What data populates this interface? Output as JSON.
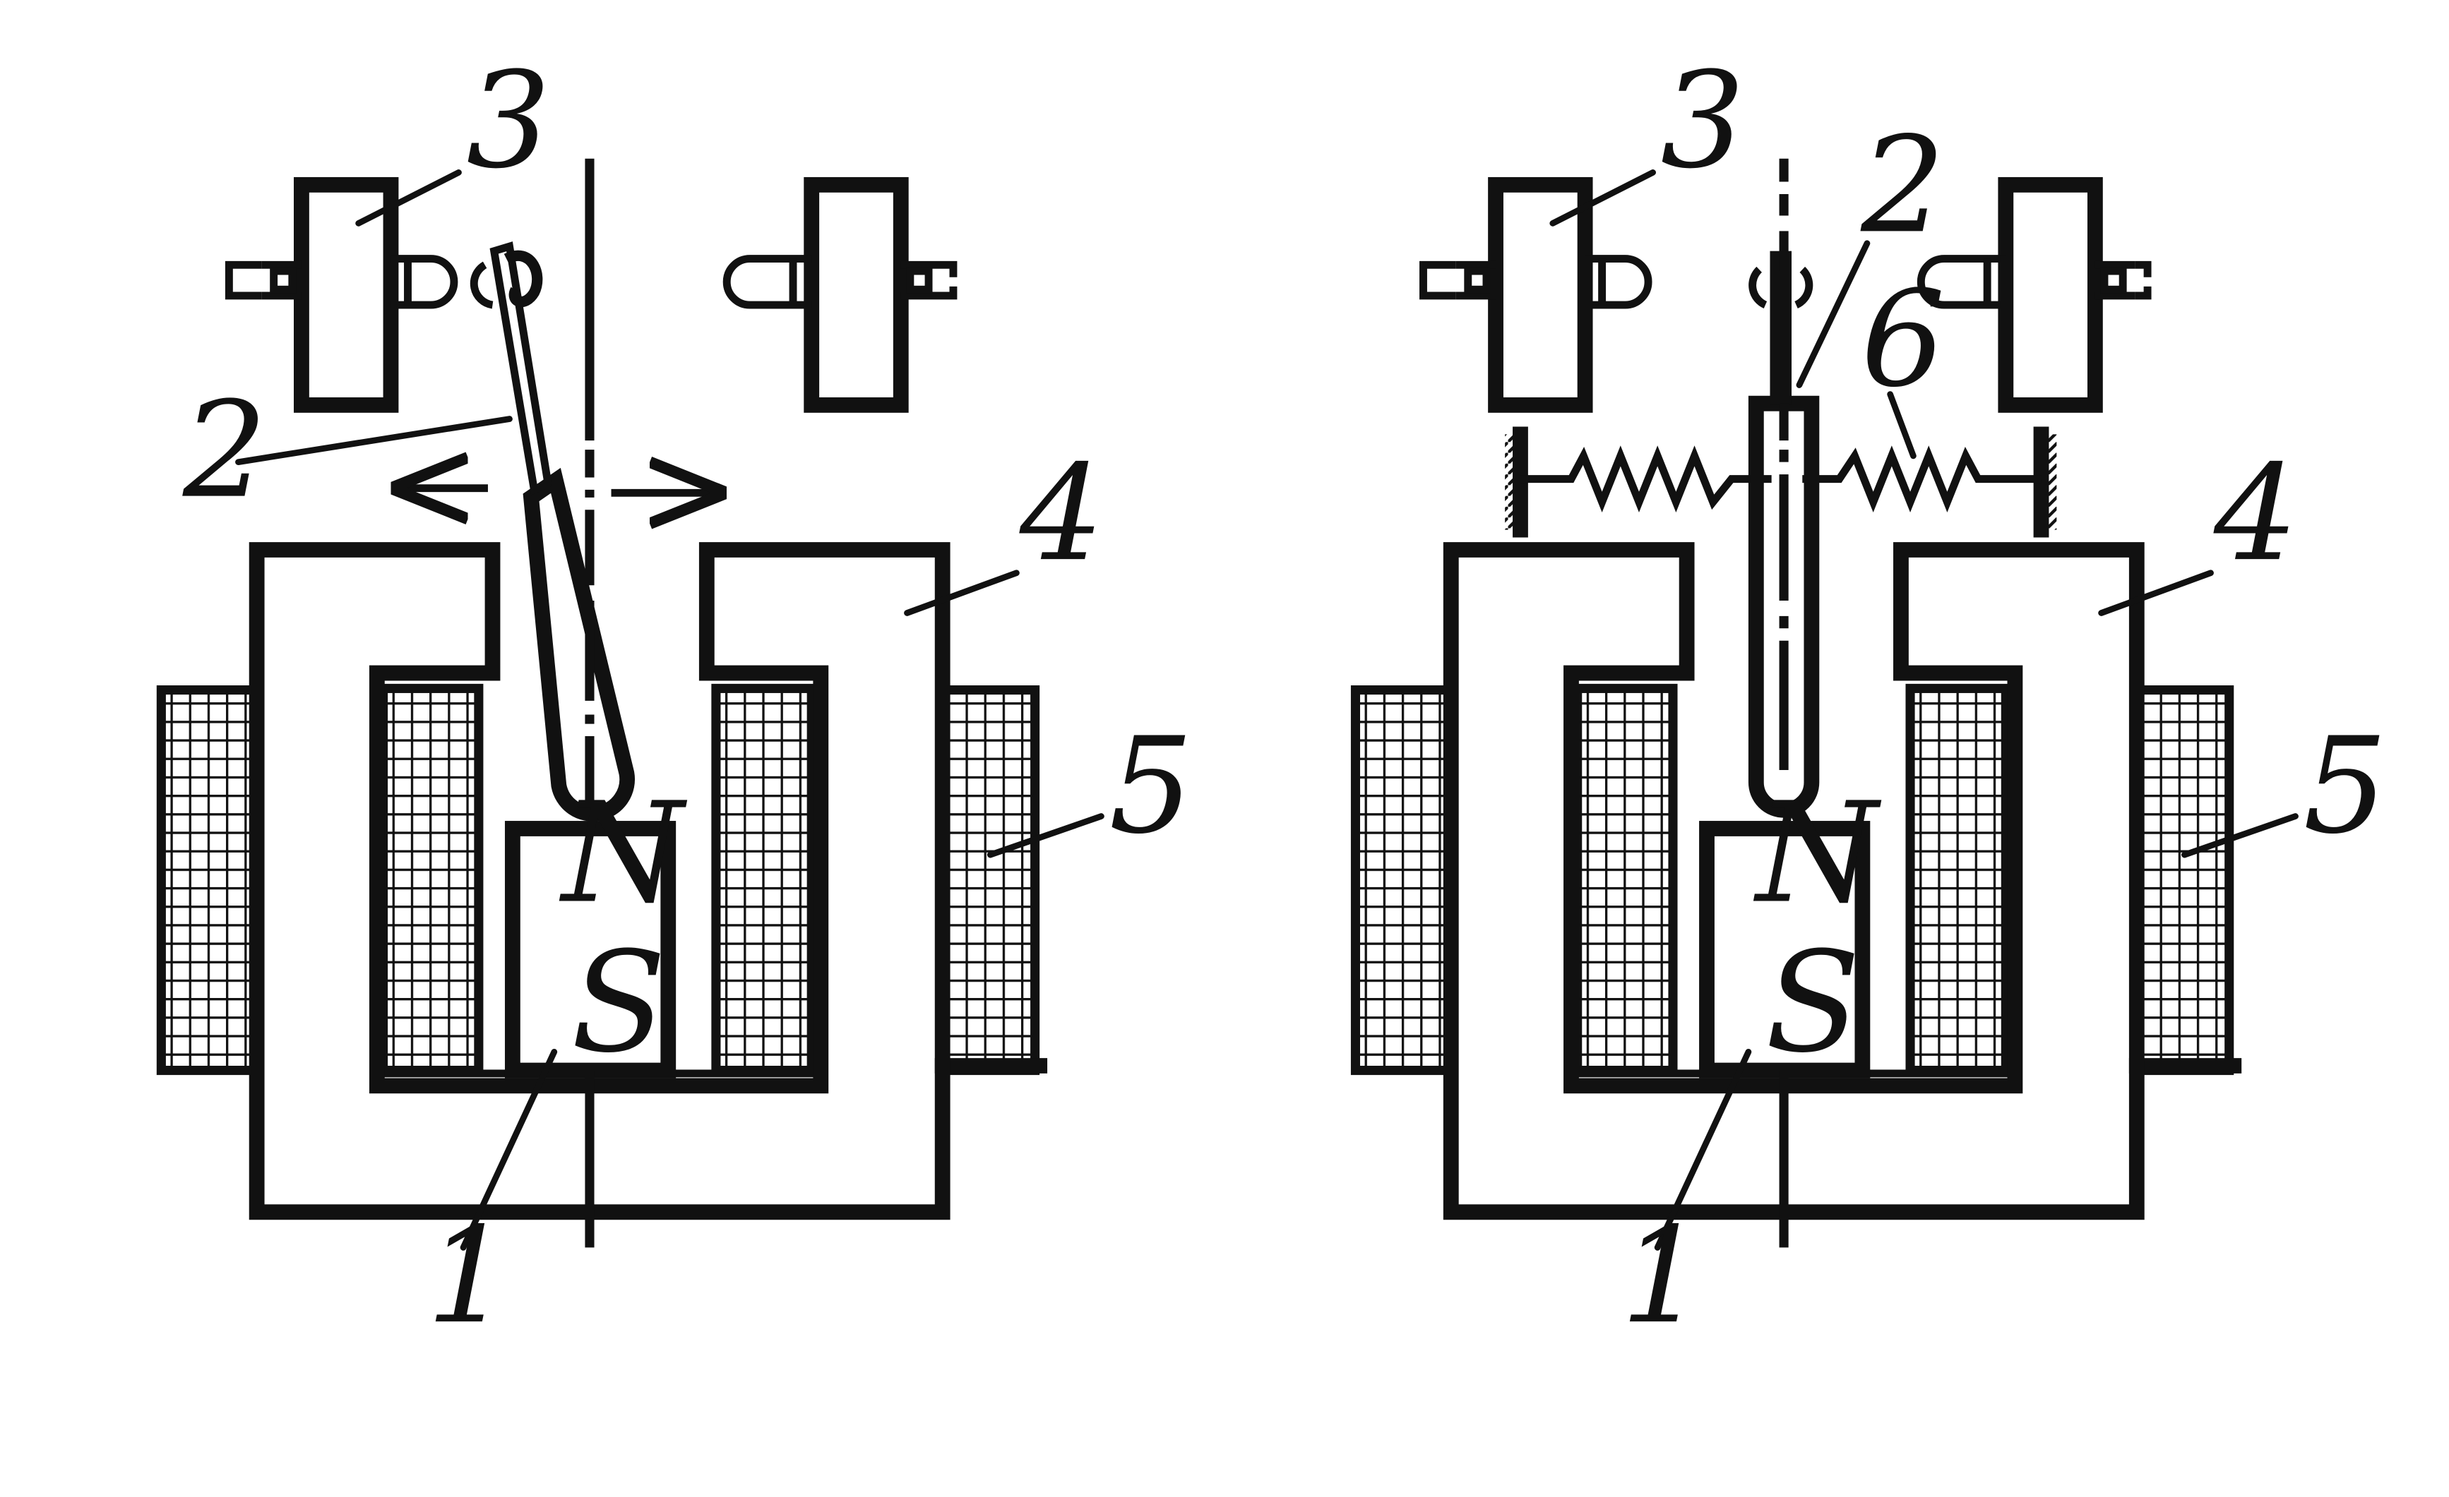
{
  "colors": {
    "line": "#111111",
    "background": "#ffffff"
  },
  "left_figure": {
    "labels": {
      "magnet": "1",
      "arm": "2",
      "contact": "3",
      "core": "4",
      "coil": "5"
    },
    "poles": {
      "north": "N",
      "south": "S"
    }
  },
  "right_figure": {
    "labels": {
      "magnet": "1",
      "arm": "2",
      "contact": "3",
      "core": "4",
      "coil": "5",
      "spring": "6"
    },
    "poles": {
      "north": "N",
      "south": "S"
    }
  }
}
